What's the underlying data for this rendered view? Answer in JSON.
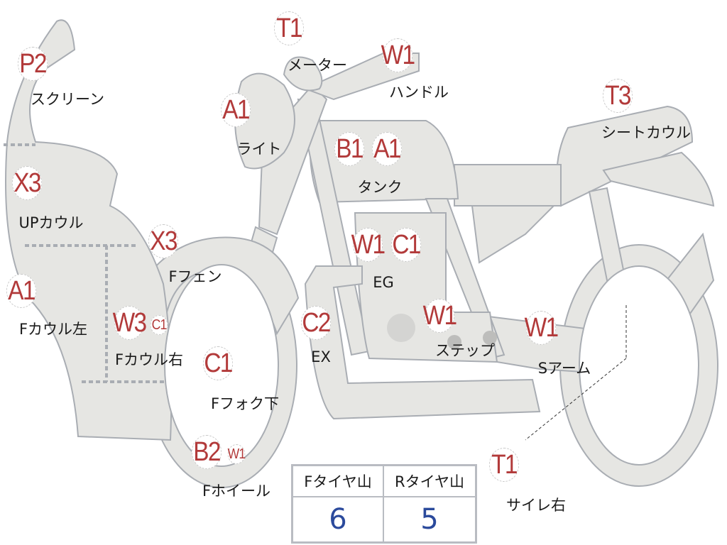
{
  "colors": {
    "body": "#e6e6e3",
    "outline": "#a9adb3",
    "code": "#b23a3a",
    "value": "#2b4a9c"
  },
  "parts": [
    {
      "id": "screen",
      "codes": [
        "P2"
      ],
      "label": "スクリーン"
    },
    {
      "id": "meter",
      "codes": [
        "T1"
      ],
      "label": "メーター"
    },
    {
      "id": "handle",
      "codes": [
        "W1"
      ],
      "label": "ハンドル"
    },
    {
      "id": "light",
      "codes": [
        "A1"
      ],
      "label": "ライト"
    },
    {
      "id": "seat-cowl",
      "codes": [
        "T3"
      ],
      "label": "シートカウル"
    },
    {
      "id": "tank",
      "codes": [
        "B1",
        "A1"
      ],
      "label": "タンク"
    },
    {
      "id": "up-cowl",
      "codes": [
        "X3"
      ],
      "label": "UPカウル"
    },
    {
      "id": "f-fender",
      "codes": [
        "X3"
      ],
      "label": "Fフェン"
    },
    {
      "id": "engine",
      "codes": [
        "W1",
        "C1"
      ],
      "label": "EG"
    },
    {
      "id": "f-cowl-left",
      "codes": [
        "A1"
      ],
      "label": "Fカウル左"
    },
    {
      "id": "f-cowl-right",
      "codes": [
        "W3",
        "C1"
      ],
      "label": "Fカウル右"
    },
    {
      "id": "exhaust",
      "codes": [
        "C2"
      ],
      "label": "EX"
    },
    {
      "id": "step",
      "codes": [
        "W1"
      ],
      "label": "ステップ"
    },
    {
      "id": "swing-arm",
      "codes": [
        "W1"
      ],
      "label": "Sアーム"
    },
    {
      "id": "f-fork-lower",
      "codes": [
        "C1"
      ],
      "label": "Fフォク下"
    },
    {
      "id": "f-wheel",
      "codes": [
        "B2",
        "W1"
      ],
      "label": "Fホイール"
    },
    {
      "id": "silencer-right",
      "codes": [
        "T1"
      ],
      "label": "サイレ右"
    }
  ],
  "tire_table": {
    "headers": [
      "Fタイヤ山",
      "Rタイヤ山"
    ],
    "values": [
      "6",
      "5"
    ]
  }
}
